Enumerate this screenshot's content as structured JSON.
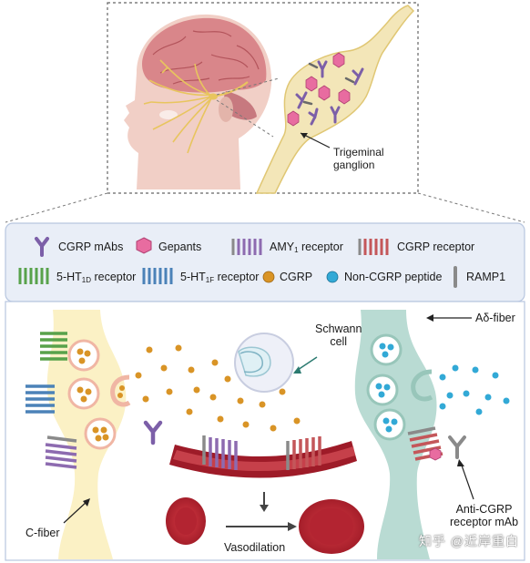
{
  "colors": {
    "skin": "#f1cfc6",
    "brain": "#d9868a",
    "nerve": "#e8c55e",
    "ganglion": "#f3e6b8",
    "legend_bg": "#e9eef7",
    "legend_border": "#b7c6df",
    "c_fiber": "#fbf1c5",
    "a_delta_fiber": "#b9dbd3",
    "vessel": "#9e1b28",
    "amy1": "#8d6bb0",
    "cgrp_receptor": "#c4575a",
    "ht1d": "#58a24b",
    "ht1f": "#4b82b8",
    "cgrp_dot": "#d99426",
    "non_cgrp": "#32a9d6",
    "ramp1": "#8a8a8a",
    "mab": "#7c5fa8",
    "gepant": "#e86ca0"
  },
  "top_panel": {
    "ganglion_label": "Trigeminal\nganglion"
  },
  "legend": {
    "items": [
      {
        "label": "CGRP mAbs",
        "icon": "antibody-icon"
      },
      {
        "label": "Gepants",
        "icon": "hexagon-icon"
      },
      {
        "label": "AMY",
        "sub": "1",
        "label_after": " receptor",
        "icon": "amy1-receptor-icon"
      },
      {
        "label": "CGRP receptor",
        "icon": "cgrp-receptor-icon"
      },
      {
        "label": "5-HT",
        "sub": "1D",
        "label_after": " receptor",
        "icon": "ht1d-receptor-icon"
      },
      {
        "label": "5-HT",
        "sub": "1F",
        "label_after": " receptor",
        "icon": "ht1f-receptor-icon"
      },
      {
        "label": "CGRP",
        "icon": "cgrp-dot-icon"
      },
      {
        "label": "Non-CGRP peptide",
        "icon": "non-cgrp-dot-icon"
      },
      {
        "label": "RAMP1",
        "icon": "ramp1-icon"
      }
    ]
  },
  "bottom_panel": {
    "schwann_label": "Schwann\ncell",
    "a_delta_label": "Aδ-fiber",
    "c_fiber_label": "C-fiber",
    "vasodilation_label": "Vasodilation",
    "anti_ab_label": "Anti-CGRP\nreceptor mAb"
  },
  "watermark": "知乎 @近岸重白"
}
